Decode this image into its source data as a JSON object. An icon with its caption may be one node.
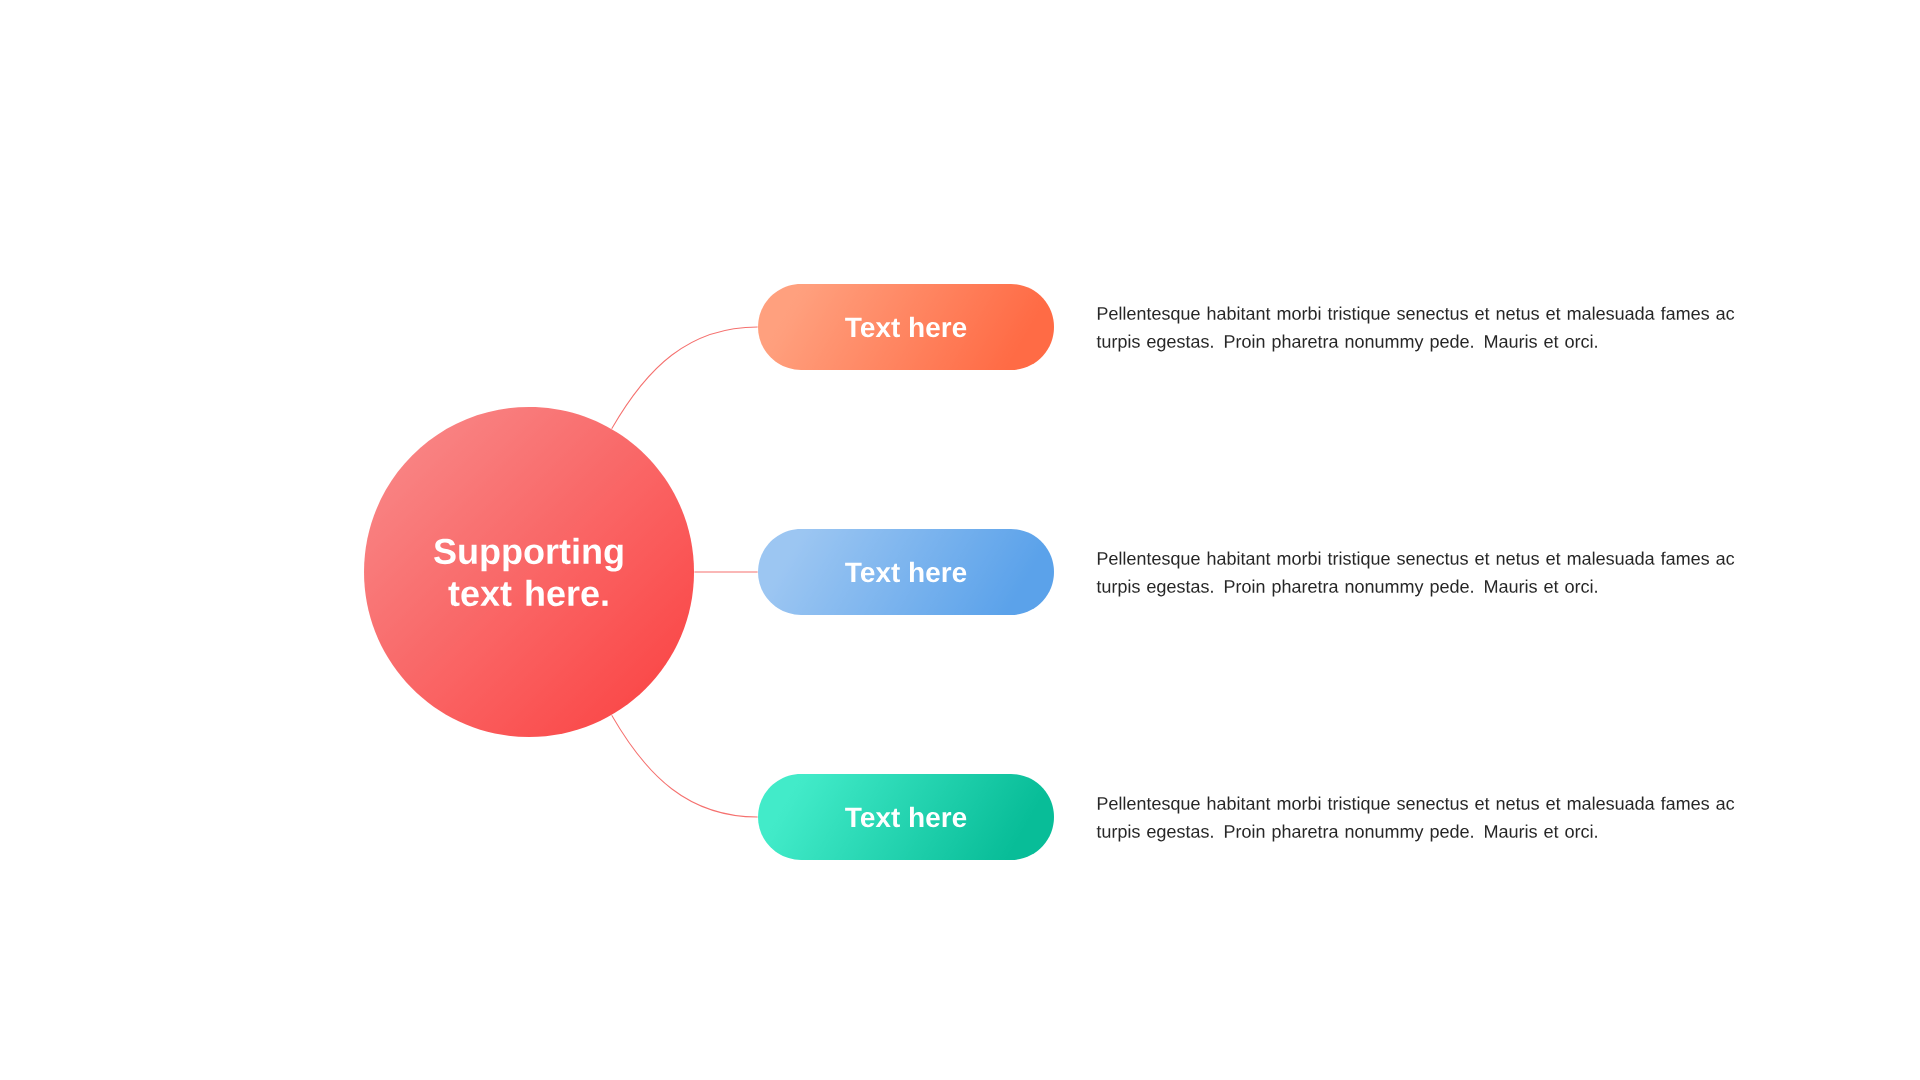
{
  "diagram": {
    "nodes": [
      {
        "text": [
          "Supporting text here."
        ]
      },
      {
        "text": [
          "Text here"
        ]
      },
      {
        "text": [
          "Text here"
        ]
      },
      {
        "text": [
          "Text here"
        ]
      }
    ],
    "edges": [
      {
        "from": 0,
        "to": 1,
        "arrow": "none"
      },
      {
        "from": 0,
        "to": 2,
        "arrow": "none"
      },
      {
        "from": 0,
        "to": 3,
        "arrow": "none"
      }
    ],
    "labels": [
      "Pellentesque habitant morbi tristique senectus et netus et malesuada fames ac turpis egestas. Proin pharetra nonummy pede. Mauris et orci.",
      "Pellentesque habitant morbi tristique senectus et netus et malesuada fames ac turpis egestas. Proin pharetra nonummy pede. Mauris et orci.",
      "Pellentesque habitant morbi tristique senectus et netus et malesuada fames ac turpis egestas. Proin pharetra nonummy pede. Mauris et orci."
    ]
  }
}
